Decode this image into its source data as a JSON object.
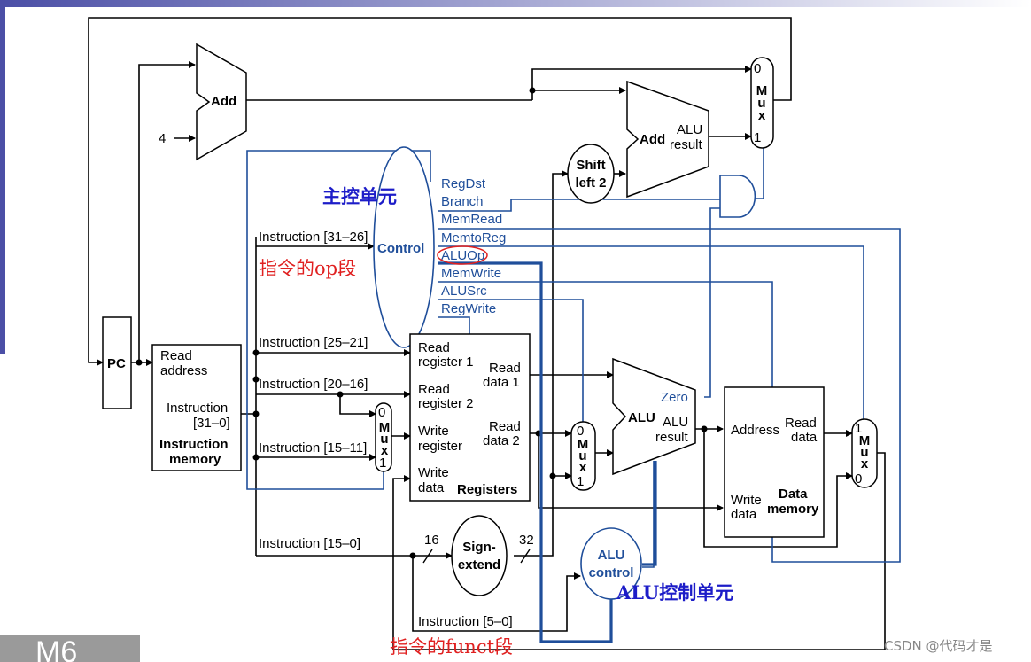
{
  "pc": {
    "label": "PC"
  },
  "add_top": {
    "label": "Add",
    "constant": "4"
  },
  "add_branch": {
    "label": "Add",
    "alu": "ALU",
    "result": "result"
  },
  "shift": {
    "line1": "Shift",
    "line2": "left 2"
  },
  "mux_pc": {
    "in0": "0",
    "m": "M",
    "u": "u",
    "x": "x",
    "in1": "1"
  },
  "mux_reg": {
    "in0": "0",
    "m": "M",
    "u": "u",
    "x": "x",
    "in1": "1"
  },
  "mux_alu": {
    "in0": "0",
    "m": "M",
    "u": "u",
    "x": "x",
    "in1": "1"
  },
  "mux_mem": {
    "in1": "1",
    "m": "M",
    "u": "u",
    "x": "x",
    "in0": "0"
  },
  "imem": {
    "read": "Read",
    "address": "address",
    "instr": "Instruction",
    "bits": "[31–0]",
    "title1": "Instruction",
    "title2": "memory"
  },
  "control": {
    "label": "Control",
    "signals": [
      "RegDst",
      "Branch",
      "MemRead",
      "MemtoReg",
      "ALUOp",
      "MemWrite",
      "ALUSrc",
      "RegWrite"
    ]
  },
  "instr_fields": {
    "f3126": "Instruction [31–26]",
    "f2521": "Instruction [25–21]",
    "f2016": "Instruction [20–16]",
    "f1511": "Instruction [15–11]",
    "f150": "Instruction [15–0]",
    "f50": "Instruction [5–0]"
  },
  "registers": {
    "rr1a": "Read",
    "rr1b": "register 1",
    "rr2a": "Read",
    "rr2b": "register 2",
    "wra": "Write",
    "wrb": "register",
    "wda": "Write",
    "wdb": "data",
    "rd1a": "Read",
    "rd1b": "data 1",
    "rd2a": "Read",
    "rd2b": "data 2",
    "title": "Registers"
  },
  "alu": {
    "label": "ALU",
    "zero": "Zero",
    "alu_small": "ALU",
    "result": "result"
  },
  "dmem": {
    "address": "Address",
    "read": "Read",
    "data": "data",
    "write": "Write",
    "wdata": "data",
    "title1": "Data",
    "title2": "memory"
  },
  "signext": {
    "line1": "Sign-",
    "line2": "extend",
    "in_bits": "16",
    "out_bits": "32"
  },
  "alucontrol": {
    "line1": "ALU",
    "line2": "control"
  },
  "annotations": {
    "main_control": "主控单元",
    "op_field": "指令的op段",
    "alu_control": "ALU控制单元",
    "funct_field": "指令的funct段"
  },
  "watermark": "CSDN @代码才是",
  "slide_mark": "M6",
  "colors": {
    "wire": "#000000",
    "control": "#1f4e9a",
    "annotation_red": "#e02020",
    "annotation_blue": "#1c1cc8"
  }
}
